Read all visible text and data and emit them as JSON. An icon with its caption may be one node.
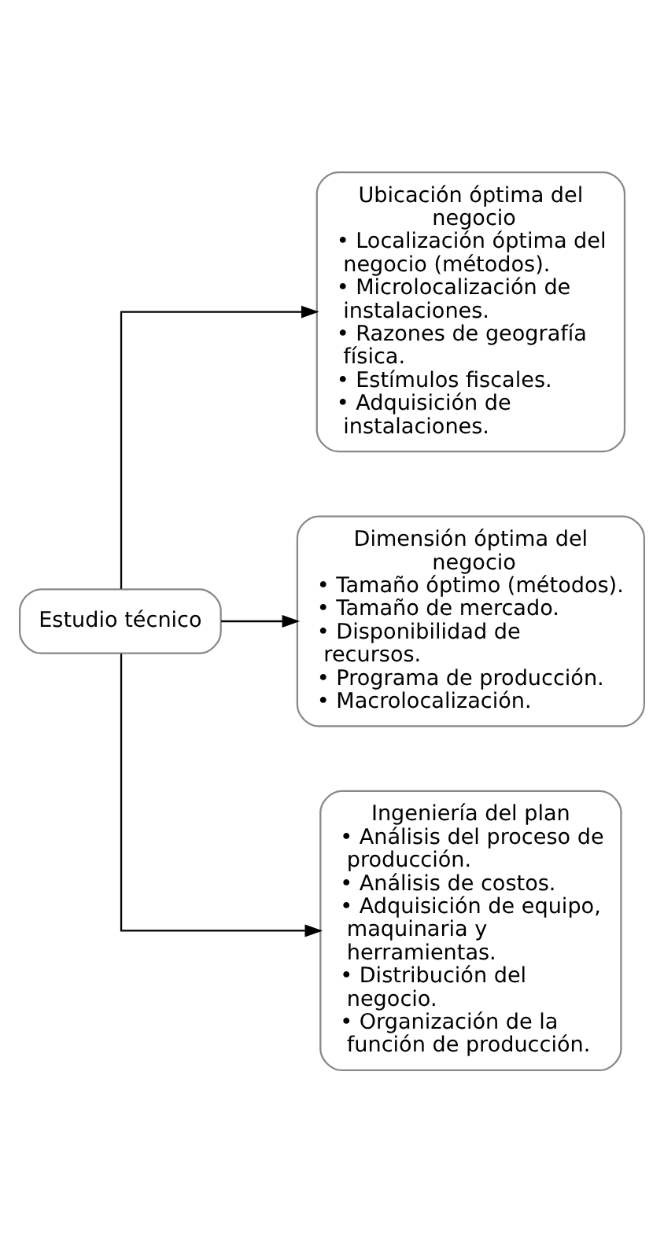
{
  "diagram": {
    "nodes": [
      {
        "text": [
          "Estudio técnico"
        ]
      },
      {
        "text": [
          "Ubicación óptima del negocio",
          "• Localización óptima del negocio (métodos).",
          "• Microlocalización de instalaciones.",
          "• Razones de geografía física.",
          "• Estímulos fiscales.",
          "• Adquisición de instalaciones."
        ]
      },
      {
        "text": [
          "Dimensión óptima del negocio",
          "• Tamaño óptimo (métodos).",
          "• Tamaño de mercado.",
          "• Disponibilidad de recursos.",
          "• Programa de producción.",
          "• Macrolocalización."
        ]
      },
      {
        "text": [
          "Ingeniería del plan",
          "• Análisis del proceso de producción.",
          "• Análisis de costos.",
          "• Adquisición de equipo, maquinaria y herramientas.",
          "• Distribución del negocio.",
          "• Organización de la función de producción."
        ]
      }
    ],
    "edges": [
      {
        "from": 0,
        "to": 1,
        "arrow": "to"
      },
      {
        "from": 0,
        "to": 2,
        "arrow": "to"
      },
      {
        "from": 0,
        "to": 3,
        "arrow": "to"
      }
    ]
  }
}
